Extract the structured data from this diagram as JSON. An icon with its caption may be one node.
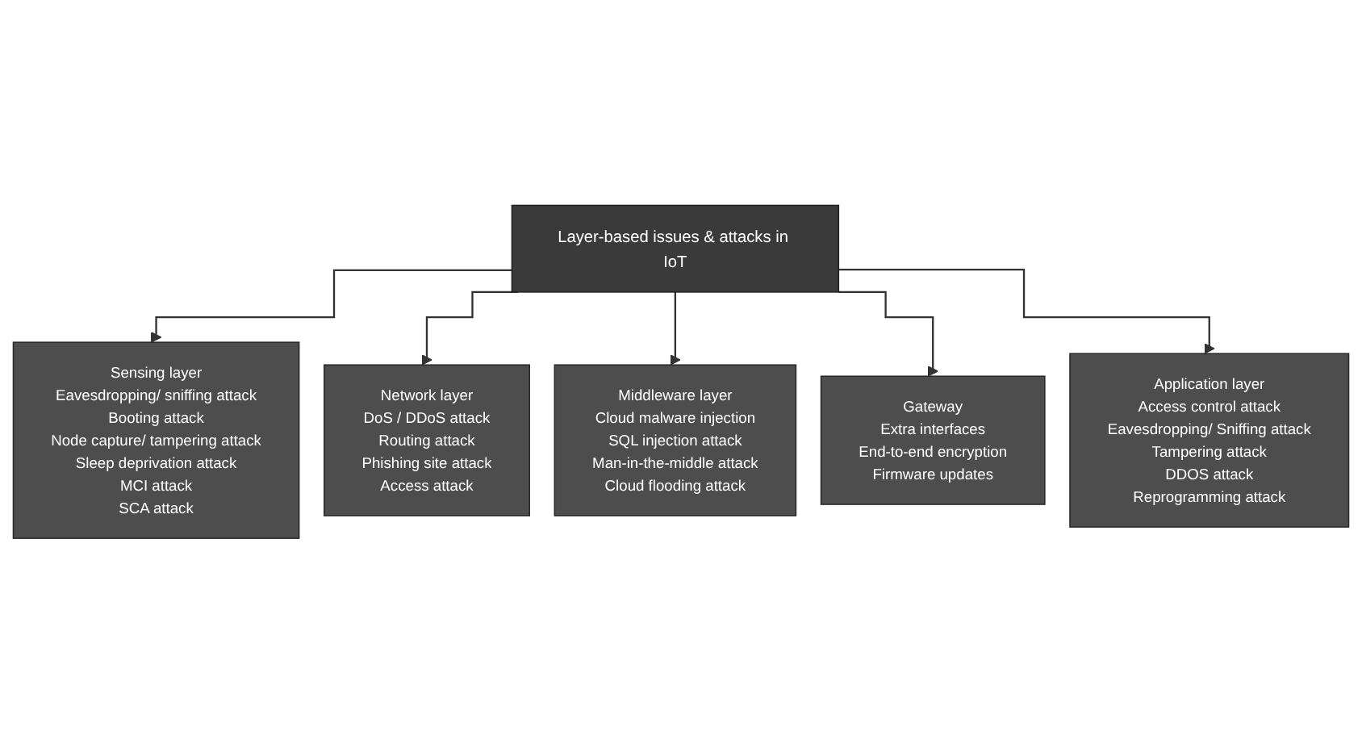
{
  "diagram": {
    "nodes": [
      {
        "text": [
          "Layer-based issues & attacks in IoT"
        ]
      },
      {
        "text": [
          "Sensing layer",
          "Eavesdropping/ sniffing attack",
          "Booting attack",
          "Node capture/ tampering attack",
          "Sleep deprivation attack",
          "MCI attack",
          "SCA attack"
        ]
      },
      {
        "text": [
          "Network layer",
          "DoS / DDoS attack",
          "Routing attack",
          "Phishing site attack",
          "Access attack"
        ]
      },
      {
        "text": [
          "Middleware layer",
          "Cloud malware injection",
          "SQL injection attack",
          "Man-in-the-middle attack",
          "Cloud flooding attack"
        ]
      },
      {
        "text": [
          "Gateway",
          "Extra interfaces",
          "End-to-end encryption",
          "Firmware updates"
        ]
      },
      {
        "text": [
          "Application layer",
          "Access control attack",
          "Eavesdropping/ Sniffing attack",
          "Tampering attack",
          "DDOS attack",
          "Reprogramming attack"
        ]
      }
    ],
    "edges": [
      {
        "from": 0,
        "to": 1,
        "arrow": "to"
      },
      {
        "from": 0,
        "to": 2,
        "arrow": "to"
      },
      {
        "from": 0,
        "to": 3,
        "arrow": "to"
      },
      {
        "from": 0,
        "to": 4,
        "arrow": "to"
      },
      {
        "from": 0,
        "to": 5,
        "arrow": "to"
      }
    ]
  }
}
